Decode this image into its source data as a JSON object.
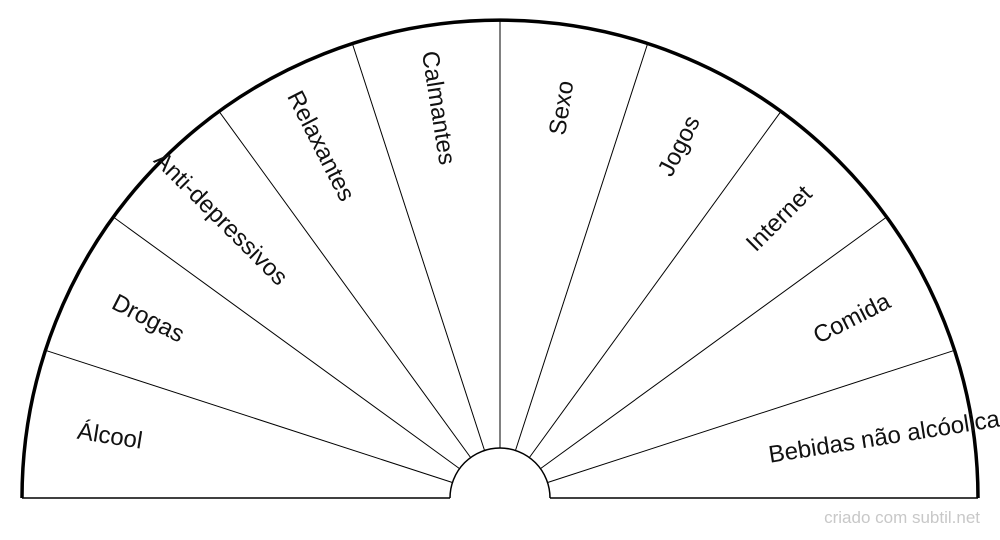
{
  "chart_data": {
    "type": "semicircle-pendulum-chart",
    "segments": [
      "Álcool",
      "Drogas",
      "Anti-depressivos",
      "Relaxantes",
      "Calmantes",
      "Sexo",
      "Jogos",
      "Internet",
      "Comida",
      "Bebidas não alcóolicas"
    ]
  },
  "footer": {
    "credit": "criado com subtil.net"
  },
  "colors": {
    "line": "#000000",
    "text": "#111111",
    "credit": "#c8c8c8",
    "background": "#ffffff"
  }
}
